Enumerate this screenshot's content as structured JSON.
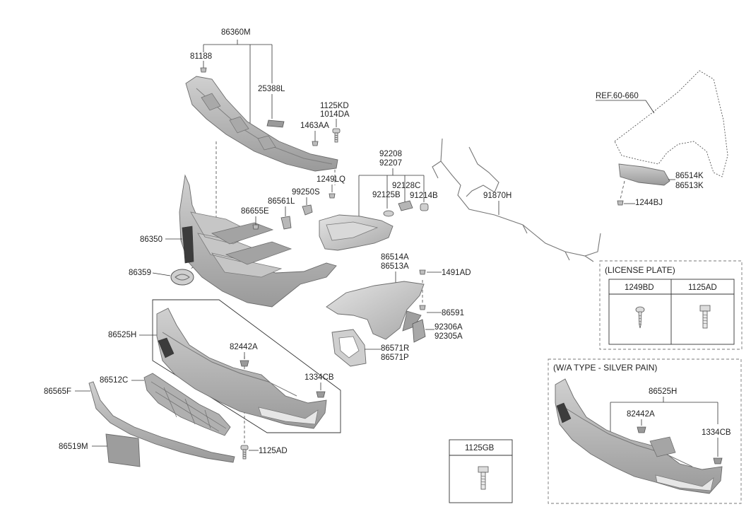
{
  "colors": {
    "part_fill": "#b9b9b9",
    "part_dark": "#8e8e8e",
    "part_light": "#d6d6d6",
    "line": "#333333"
  },
  "labels": {
    "p86360M": "86360M",
    "p81188": "81188",
    "p25388L": "25388L",
    "p1125KD": "1125KD",
    "p1014DA": "1014DA",
    "p1463AA": "1463AA",
    "p1249LQ": "1249LQ",
    "p99250S": "99250S",
    "p86561L": "86561L",
    "p86655E": "86655E",
    "p86350": "86350",
    "p86359": "86359",
    "p92208": "92208",
    "p92207": "92207",
    "p92128C": "92128C",
    "p92125B": "92125B",
    "p91214B": "91214B",
    "p91870H": "91870H",
    "ref": "REF.60-660",
    "p86514K": "86514K",
    "p86513K": "86513K",
    "p1244BJ": "1244BJ",
    "p86514A": "86514A",
    "p86513A": "86513A",
    "p1491AD": "1491AD",
    "p86591": "86591",
    "p92306A": "92306A",
    "p92305A": "92305A",
    "p86571R": "86571R",
    "p86571P": "86571P",
    "p86525H": "86525H",
    "p82442A": "82442A",
    "p1334CB": "1334CB",
    "p86512C": "86512C",
    "p86565F": "86565F",
    "p86519M": "86519M",
    "p1125AD": "1125AD"
  },
  "license_plate": {
    "title": "(LICENSE PLATE)",
    "col1": "1249BD",
    "col2": "1125AD"
  },
  "bolt_box": {
    "title": "1125GB"
  },
  "wa_type": {
    "title": "(W/A TYPE - SILVER PAIN)",
    "p86525H": "86525H",
    "p82442A": "82442A",
    "p1334CB": "1334CB"
  }
}
